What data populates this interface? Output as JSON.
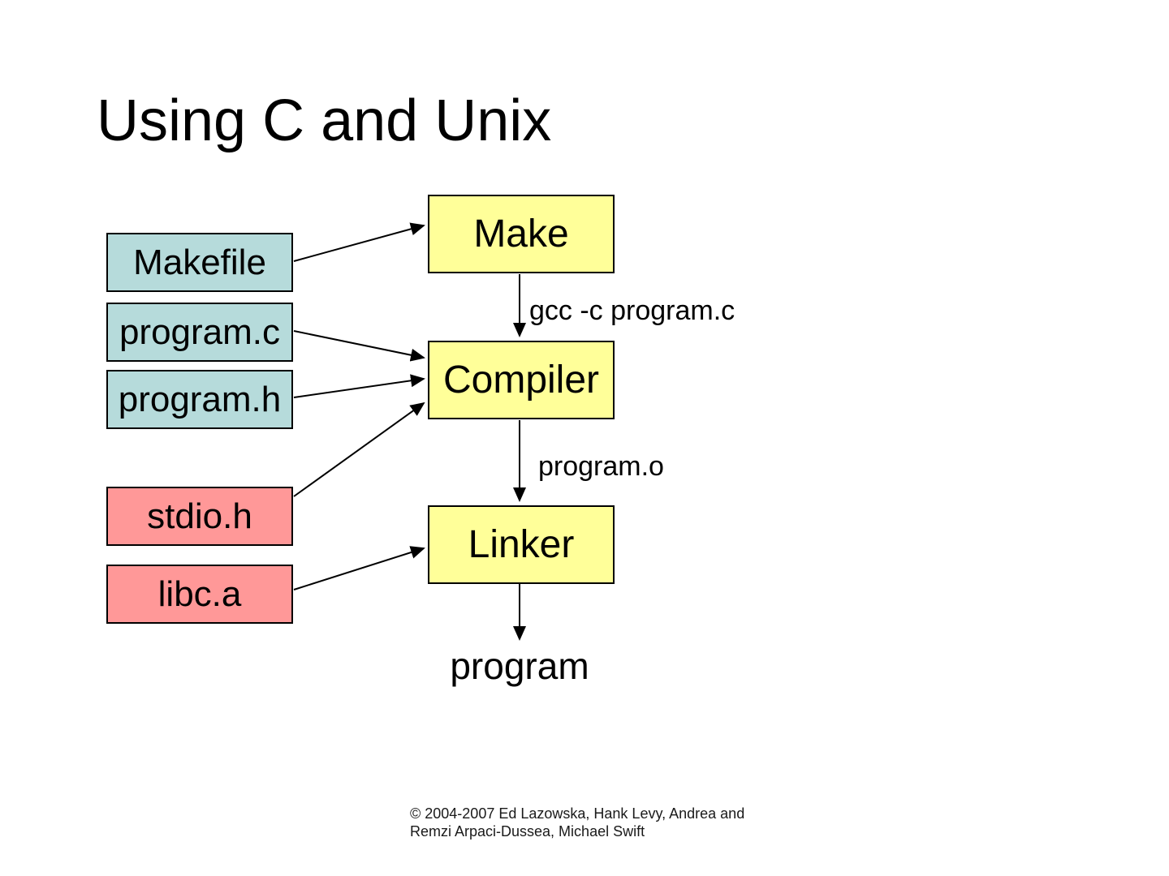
{
  "slide": {
    "title": "Using C and Unix",
    "footer": {
      "line1": "© 2004-2007 Ed Lazowska, Hank Levy, Andrea and",
      "line2": "Remzi Arpaci-Dussea, Michael Swift"
    }
  },
  "diagram": {
    "inputs": {
      "makefile": {
        "label": "Makefile"
      },
      "program_c": {
        "label": "program.c"
      },
      "program_h": {
        "label": "program.h"
      },
      "stdio_h": {
        "label": "stdio.h"
      },
      "libc_a": {
        "label": "libc.a"
      }
    },
    "processes": {
      "make": {
        "label": "Make"
      },
      "compiler": {
        "label": "Compiler"
      },
      "linker": {
        "label": "Linker"
      }
    },
    "edge_labels": {
      "make_to_compiler": "gcc -c program.c",
      "compiler_to_linker": "program.o"
    },
    "output_label": "program",
    "colors": {
      "user_file_box": "#B6DBDB",
      "system_file_box": "#FF9898",
      "process_box": "#FFFF99",
      "border": "#000000",
      "arrow": "#000000"
    }
  }
}
